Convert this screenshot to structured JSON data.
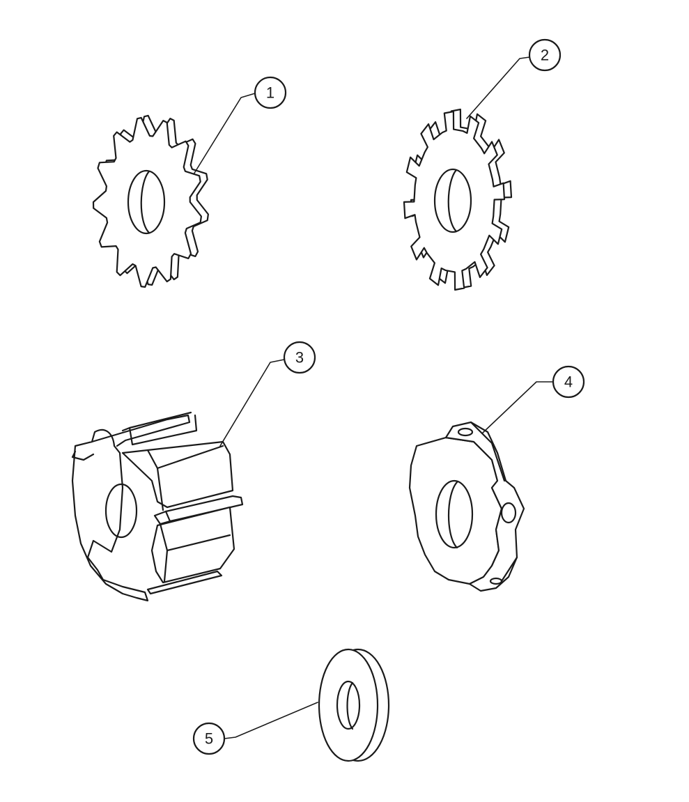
{
  "callouts": [
    {
      "id": "1",
      "part": "sprocket"
    },
    {
      "id": "2",
      "part": "notched-disc"
    },
    {
      "id": "3",
      "part": "fluted-hub"
    },
    {
      "id": "4",
      "part": "collar"
    },
    {
      "id": "5",
      "part": "washer"
    }
  ]
}
